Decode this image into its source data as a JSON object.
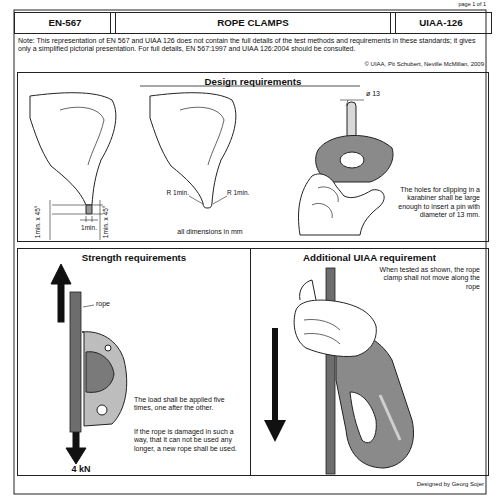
{
  "diagram": {
    "title": "ROPE CLAMPS",
    "nodes": [
      {
        "text": [
          "EN-567"
        ]
      },
      {
        "text": [
          "UIAA-126"
        ]
      },
      {
        "text": [
          "Design requirements"
        ]
      },
      {
        "text": [
          "Strength requirements"
        ]
      },
      {
        "text": [
          "Additional UIAA requirement"
        ]
      }
    ],
    "labels": [
      "page 1 of 1",
      "Note: This representation of EN 567 and UIAA 126 does not contain the full details of the test methods and requirements in these standards; it gives only a simplified pictorial presentation. For full details, EN 567:1997 and UIAA 126:2004 should be consulted.",
      "© UIAA, Pit Schubert, Neville McMillan, 2009",
      "1min. x 45°",
      "1min.",
      "1min. x 45°",
      "R 1min.",
      "R 1min.",
      "all dimensions in mm",
      "ø 13",
      "The holes for clipping in a karabiner shall be large enough to insert a pin with diameter of 13 mm.",
      "rope",
      "The load shall be applied five times, one after the other.",
      "If the rope is damaged in such a way, that it can not be used any longer, a new rope shall be used.",
      "4 kN",
      "When tested as shown, the rope clamp shall not move along the rope",
      "Designed by Georg Sojer"
    ]
  }
}
